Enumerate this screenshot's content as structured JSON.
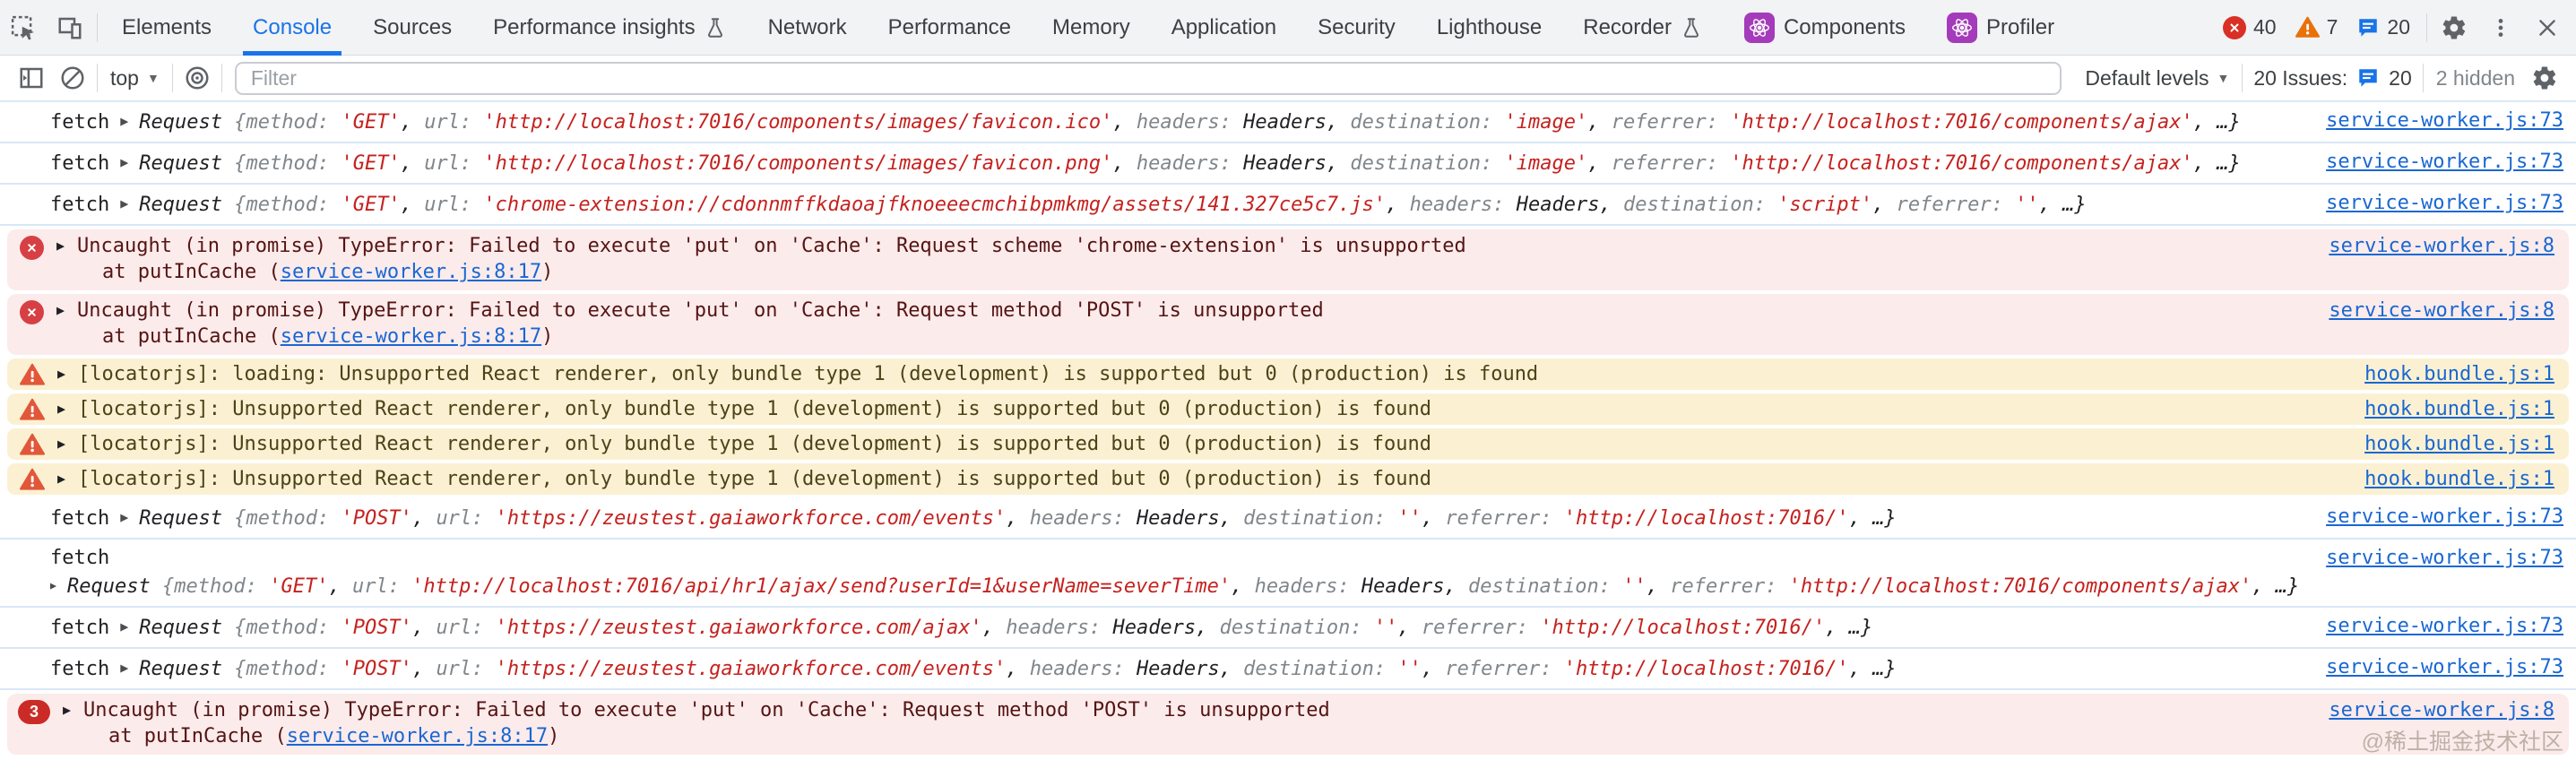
{
  "tabbar": {
    "tabs": [
      {
        "id": "elements",
        "label": "Elements"
      },
      {
        "id": "console",
        "label": "Console",
        "active": true
      },
      {
        "id": "sources",
        "label": "Sources"
      },
      {
        "id": "performance-insights",
        "label": "Performance insights",
        "flask": true
      },
      {
        "id": "network",
        "label": "Network"
      },
      {
        "id": "performance",
        "label": "Performance"
      },
      {
        "id": "memory",
        "label": "Memory"
      },
      {
        "id": "application",
        "label": "Application"
      },
      {
        "id": "security",
        "label": "Security"
      },
      {
        "id": "lighthouse",
        "label": "Lighthouse"
      },
      {
        "id": "recorder",
        "label": "Recorder",
        "flask": true
      },
      {
        "id": "components",
        "label": "Components",
        "react": true
      },
      {
        "id": "profiler",
        "label": "Profiler",
        "react": true
      }
    ],
    "error_count": "40",
    "warning_count": "7",
    "issue_count": "20"
  },
  "toolbar": {
    "context_label": "top",
    "filter_placeholder": "Filter",
    "levels_label": "Default levels",
    "issues_label": "20 Issues:",
    "issues_count": "20",
    "hidden_label": "2 hidden"
  },
  "console": {
    "messages": [
      {
        "kind": "request",
        "prefix": "fetch",
        "class": "Request",
        "two_line": false,
        "props": [
          [
            "method",
            "'GET'"
          ],
          [
            "url",
            "'http://localhost:7016/components/images/favicon.ico'"
          ],
          [
            "headers",
            "Headers"
          ],
          [
            "destination",
            "'image'"
          ],
          [
            "referrer",
            "'http://localhost:7016/components/ajax'"
          ]
        ],
        "tail": "…}",
        "link": "service-worker.js:73"
      },
      {
        "kind": "request",
        "prefix": "fetch",
        "class": "Request",
        "two_line": false,
        "props": [
          [
            "method",
            "'GET'"
          ],
          [
            "url",
            "'http://localhost:7016/components/images/favicon.png'"
          ],
          [
            "headers",
            "Headers"
          ],
          [
            "destination",
            "'image'"
          ],
          [
            "referrer",
            "'http://localhost:7016/components/ajax'"
          ]
        ],
        "tail": "…}",
        "link": "service-worker.js:73"
      },
      {
        "kind": "request",
        "prefix": "fetch",
        "class": "Request",
        "two_line": false,
        "props": [
          [
            "method",
            "'GET'"
          ],
          [
            "url",
            "'chrome-extension://cdonnmffkdaoajfknoeeecmchibpmkmg/assets/141.327ce5c7.js'"
          ],
          [
            "headers",
            "Headers"
          ],
          [
            "destination",
            "'script'"
          ],
          [
            "referrer",
            "''"
          ]
        ],
        "tail": "…}",
        "link": "service-worker.js:73"
      },
      {
        "kind": "error",
        "count": null,
        "text": "Uncaught (in promise) TypeError: Failed to execute 'put' on 'Cache': Request scheme 'chrome-extension' is unsupported",
        "at_prefix": "at putInCache (",
        "at_link": "service-worker.js:8:17",
        "at_suffix": ")",
        "link": "service-worker.js:8"
      },
      {
        "kind": "error",
        "count": null,
        "text": "Uncaught (in promise) TypeError: Failed to execute 'put' on 'Cache': Request method 'POST' is unsupported",
        "at_prefix": "at putInCache (",
        "at_link": "service-worker.js:8:17",
        "at_suffix": ")",
        "link": "service-worker.js:8"
      },
      {
        "kind": "warning",
        "text": "[locatorjs]: loading: Unsupported React renderer, only bundle type 1 (development) is supported but 0 (production) is found",
        "link": "hook.bundle.js:1"
      },
      {
        "kind": "warning",
        "text": "[locatorjs]: Unsupported React renderer, only bundle type 1 (development) is supported but 0 (production) is found",
        "link": "hook.bundle.js:1"
      },
      {
        "kind": "warning",
        "text": "[locatorjs]: Unsupported React renderer, only bundle type 1 (development) is supported but 0 (production) is found",
        "link": "hook.bundle.js:1"
      },
      {
        "kind": "warning",
        "text": "[locatorjs]: Unsupported React renderer, only bundle type 1 (development) is supported but 0 (production) is found",
        "link": "hook.bundle.js:1"
      },
      {
        "kind": "request",
        "prefix": "fetch",
        "class": "Request",
        "two_line": false,
        "props": [
          [
            "method",
            "'POST'"
          ],
          [
            "url",
            "'https://zeustest.gaiaworkforce.com/events'"
          ],
          [
            "headers",
            "Headers"
          ],
          [
            "destination",
            "''"
          ],
          [
            "referrer",
            "'http://localhost:7016/'"
          ]
        ],
        "tail": "…}",
        "link": "service-worker.js:73"
      },
      {
        "kind": "request",
        "prefix": "fetch",
        "class": "Request",
        "two_line": true,
        "props": [
          [
            "method",
            "'GET'"
          ],
          [
            "url",
            "'http://localhost:7016/api/hr1/ajax/send?userId=1&userName=severTime'"
          ],
          [
            "headers",
            "Headers"
          ],
          [
            "destination",
            "''"
          ],
          [
            "referrer",
            "'http://localhost:7016/components/ajax'"
          ]
        ],
        "tail": "…}",
        "link": "service-worker.js:73"
      },
      {
        "kind": "request",
        "prefix": "fetch",
        "class": "Request",
        "two_line": false,
        "props": [
          [
            "method",
            "'POST'"
          ],
          [
            "url",
            "'https://zeustest.gaiaworkforce.com/ajax'"
          ],
          [
            "headers",
            "Headers"
          ],
          [
            "destination",
            "''"
          ],
          [
            "referrer",
            "'http://localhost:7016/'"
          ]
        ],
        "tail": "…}",
        "link": "service-worker.js:73"
      },
      {
        "kind": "request",
        "prefix": "fetch",
        "class": "Request",
        "two_line": false,
        "props": [
          [
            "method",
            "'POST'"
          ],
          [
            "url",
            "'https://zeustest.gaiaworkforce.com/events'"
          ],
          [
            "headers",
            "Headers"
          ],
          [
            "destination",
            "''"
          ],
          [
            "referrer",
            "'http://localhost:7016/'"
          ]
        ],
        "tail": "…}",
        "link": "service-worker.js:73"
      },
      {
        "kind": "error",
        "count": "3",
        "text": "Uncaught (in promise) TypeError: Failed to execute 'put' on 'Cache': Request method 'POST' is unsupported",
        "at_prefix": "at putInCache (",
        "at_link": "service-worker.js:8:17",
        "at_suffix": ")",
        "link": "service-worker.js:8"
      }
    ]
  },
  "watermark": {
    "text": "@稀土掘金技术社区"
  },
  "colors": {
    "accent_blue": "#1a73e8",
    "link_blue": "#1967d2",
    "error_bg": "#fcebeb",
    "error_text": "#551414",
    "error_icon": "#d64045",
    "warning_bg": "#fbf1d2",
    "warning_text": "#4b4318",
    "warning_icon": "#e2573a",
    "string_red": "#c5221f",
    "key_gray": "#80868b",
    "react_purple": "#a43bba",
    "separator_blue": "#d8e7f6",
    "tabbar_bg": "#f1f3f4"
  }
}
